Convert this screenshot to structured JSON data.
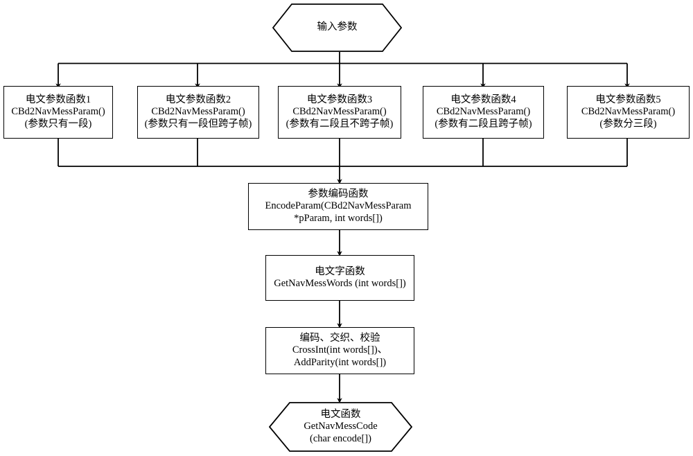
{
  "diagram": {
    "title_node": {
      "id": "input-params",
      "shape": "hexagon",
      "lines": [
        "输入参数"
      ]
    },
    "param_functions": [
      {
        "id": "param-func-1",
        "shape": "rect",
        "lines": [
          "电文参数函数1",
          "CBd2NavMessParam()",
          "(参数只有一段)"
        ]
      },
      {
        "id": "param-func-2",
        "shape": "rect",
        "lines": [
          "电文参数函数2",
          "CBd2NavMessParam()",
          "(参数只有一段但跨子帧)"
        ]
      },
      {
        "id": "param-func-3",
        "shape": "rect",
        "lines": [
          "电文参数函数3",
          "CBd2NavMessParam()",
          "(参数有二段且不跨子帧)"
        ]
      },
      {
        "id": "param-func-4",
        "shape": "rect",
        "lines": [
          "电文参数函数4",
          "CBd2NavMessParam()",
          "(参数有二段且跨子帧)"
        ]
      },
      {
        "id": "param-func-5",
        "shape": "rect",
        "lines": [
          "电文参数函数5",
          "CBd2NavMessParam()",
          "(参数分三段)"
        ]
      }
    ],
    "encode_param": {
      "id": "encode-param",
      "shape": "rect",
      "lines": [
        "参数编码函数",
        "EncodeParam(CBd2NavMessParam",
        "*pParam, int words[])"
      ]
    },
    "nav_mess_words": {
      "id": "get-nav-mess-words",
      "shape": "rect",
      "lines": [
        "电文字函数",
        "GetNavMessWords (int words[])"
      ]
    },
    "cross_int": {
      "id": "cross-int-add-parity",
      "shape": "rect",
      "lines": [
        "编码、交织、校验",
        "CrossInt(int words[])、",
        "AddParity(int words[])"
      ]
    },
    "nav_mess_code": {
      "id": "get-nav-mess-code",
      "shape": "hexagon",
      "lines": [
        "电文函数",
        "GetNavMessCode",
        "(char encode[])"
      ]
    },
    "colors": {
      "stroke": "#000000",
      "fill": "#ffffff",
      "text": "#000000"
    }
  }
}
